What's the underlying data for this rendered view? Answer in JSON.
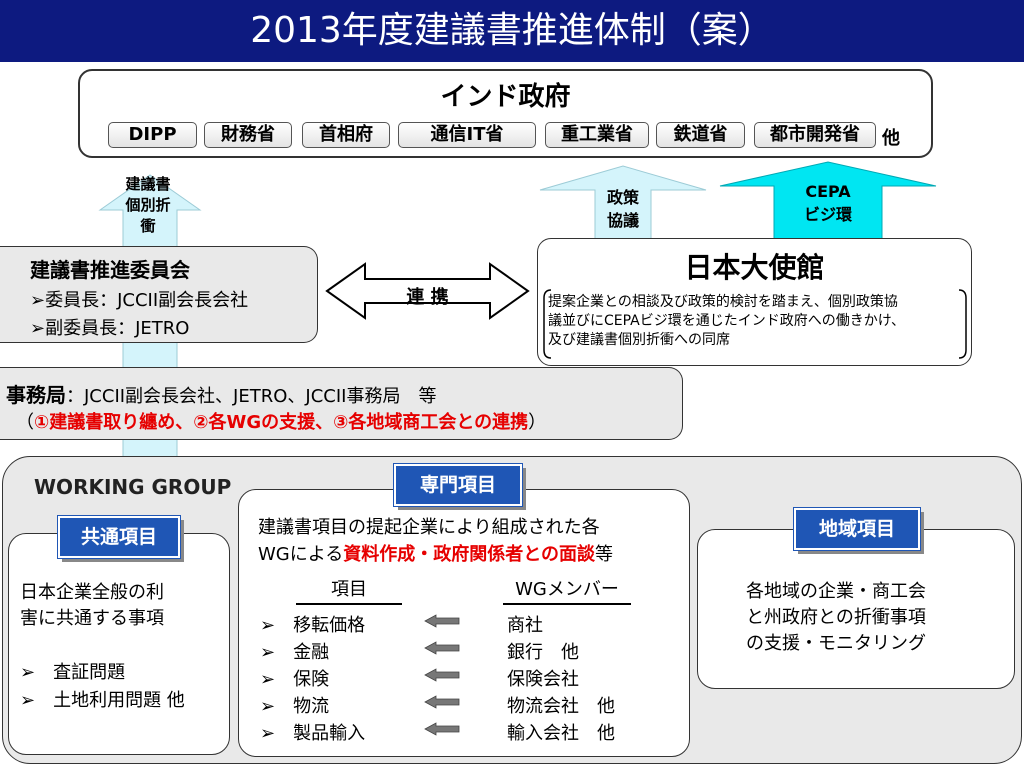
{
  "title": "2013年度建議書推進体制（案）",
  "india_gov": {
    "title": "インド政府",
    "ministries": [
      "DIPP",
      "財務省",
      "首相府",
      "通信IT省",
      "重工業省",
      "鉄道省",
      "都市開発省"
    ],
    "suffix": "他"
  },
  "arrows": {
    "left_line1": "建議書",
    "left_line2": "個別折",
    "left_line3": "衝",
    "policy_line1": "政策",
    "policy_line2": "協議",
    "cepa_line1": "CEPA",
    "cepa_line2": "ビジ環",
    "link_label": "連 携"
  },
  "committee": {
    "title": "建議書推進委員会",
    "chair": "➢委員長：JCCII副会長会社",
    "vice": "➢副委員長：JETRO"
  },
  "embassy": {
    "title": "日本大使館",
    "desc_line1": "提案企業との相談及び政策的検討を踏まえ、個別政策協",
    "desc_line2": "議並びにCEPAビジ環を通じたインド政府への働きかけ、",
    "desc_line3": "及び建議書個別折衝への同席"
  },
  "secretariat": {
    "label": "事務局",
    "members": "：JCCII副会長会社、JETRO、JCCII事務局　等",
    "open": "（",
    "roles": "①建議書取り纏め、②各WGの支援、③各地域商工会との連携",
    "close": "）"
  },
  "working_group": {
    "title": "WORKING GROUP",
    "common": {
      "tag": "共通項目",
      "line1": "日本企業全般の利",
      "line2": "害に共通する事項",
      "items": [
        "➢　査証問題",
        "➢　土地利用問題 他"
      ]
    },
    "special": {
      "tag": "専門項目",
      "desc_line1": "建議書項目の提起企業により組成された各",
      "desc_prefix": "WGによる",
      "desc_red": "資料作成・政府関係者との面談",
      "desc_suffix": "等",
      "col_item": "項目",
      "col_member": "WGメンバー",
      "rows": [
        {
          "item": "➢　移転価格",
          "member": "商社"
        },
        {
          "item": "➢　金融",
          "member": "銀行　他"
        },
        {
          "item": "➢　保険",
          "member": "保険会社"
        },
        {
          "item": "➢　物流",
          "member": "物流会社　他"
        },
        {
          "item": "➢　製品輸入",
          "member": "輸入会社　他"
        }
      ]
    },
    "regional": {
      "tag": "地域項目",
      "line1": "各地域の企業・商工会",
      "line2": "と州政府との折衝事項",
      "line3": "の支援・モニタリング"
    }
  },
  "colors": {
    "title_bg": "#0d1a80",
    "tag_bg": "#1f56b5",
    "accent_red": "#e60000",
    "arrow_light": "#d4f4fb",
    "arrow_cyan": "#00e6f2",
    "box_gray": "#e9e9e9"
  }
}
